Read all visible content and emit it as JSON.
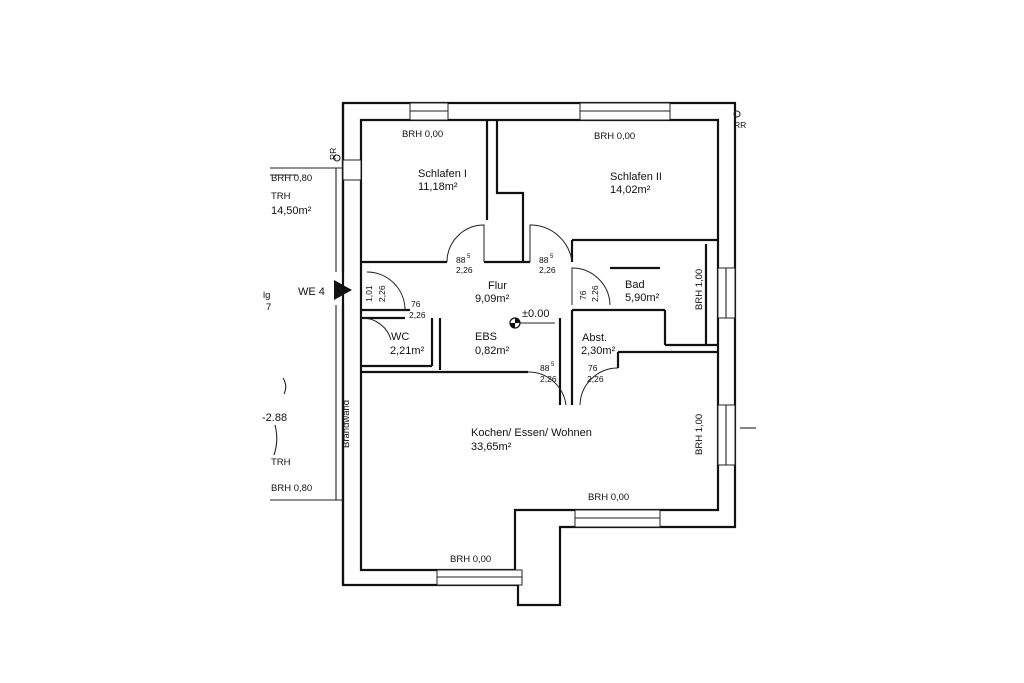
{
  "rooms": {
    "schlafen1": {
      "name": "Schlafen I",
      "area": "11,18m²"
    },
    "schlafen2": {
      "name": "Schlafen II",
      "area": "14,02m²"
    },
    "flur": {
      "name": "Flur",
      "area": "9,09m²"
    },
    "bad": {
      "name": "Bad",
      "area": "5,90m²"
    },
    "wc": {
      "name": "WC",
      "area": "2,21m²"
    },
    "ebs": {
      "name": "EBS",
      "area": "0,82m²"
    },
    "abst": {
      "name": "Abst.",
      "area": "2,30m²"
    },
    "kochen": {
      "name": "Kochen/ Essen/ Wohnen",
      "area": "33,65m²"
    }
  },
  "windows": {
    "brh_000": "BRH 0,00",
    "brh_100": "BRH 1,00",
    "brh_080": "BRH 0,80"
  },
  "doors": {
    "w88": "88",
    "w88_sup": "5",
    "w76": "76",
    "w101": "1,01",
    "h226": "2,26"
  },
  "markers": {
    "rr": "RR",
    "unit": "WE 4",
    "level": "±0.00",
    "brandwand": "Brandwand"
  },
  "neighbor": {
    "trh": "TRH",
    "area": "14,50m²",
    "level": "-2.88",
    "brh": "BRH 0,80",
    "frag_lg": "lg",
    "frag_7": "7"
  }
}
